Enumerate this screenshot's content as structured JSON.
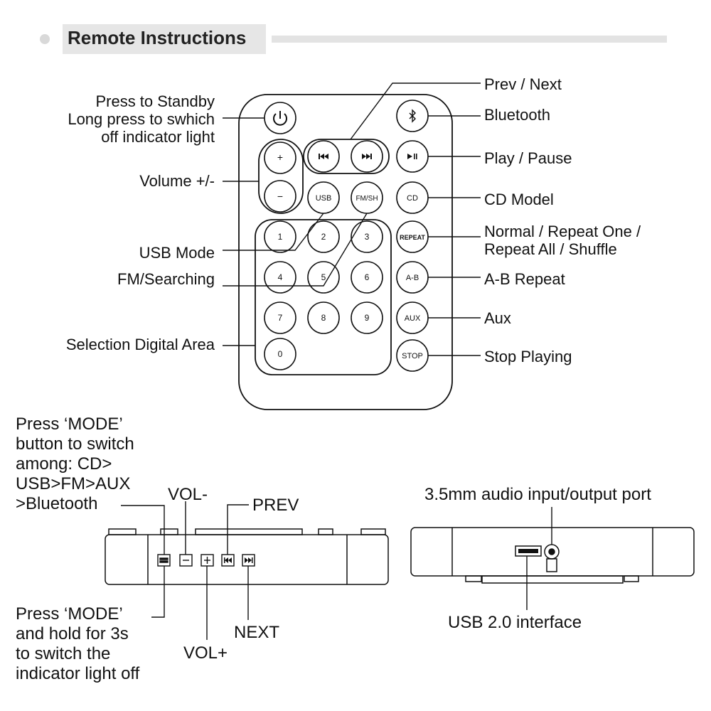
{
  "header": {
    "title": "Remote Instructions"
  },
  "remote": {
    "left_labels": {
      "standby": "Press to Standby\nLong press to swhich\noff indicator light",
      "volume": "Volume +/-",
      "usb_mode": "USB Mode",
      "fm_searching": "FM/Searching",
      "digital_area": "Selection Digital Area"
    },
    "right_labels": {
      "prev_next": "Prev / Next",
      "bluetooth": "Bluetooth",
      "play_pause": "Play / Pause",
      "cd_model": "CD Model",
      "repeat_modes": "Normal / Repeat One /\nRepeat All / Shuffle",
      "ab_repeat": "A-B Repeat",
      "aux": "Aux",
      "stop_playing": "Stop Playing"
    },
    "buttons": {
      "vol_up": "+",
      "vol_down": "−",
      "usb": "USB",
      "fm_sh": "FM/SH",
      "cd": "CD",
      "repeat": "REPEAT",
      "ab": "A-B",
      "aux": "AUX",
      "stop": "STOP",
      "digits": [
        "1",
        "2",
        "3",
        "4",
        "5",
        "6",
        "7",
        "8",
        "9",
        "0"
      ]
    }
  },
  "device_front": {
    "mode_label": "Press ‘MODE’\nbutton to switch\namong: CD>\nUSB>FM>AUX\n>Bluetooth",
    "vol_minus": "VOL-",
    "prev": "PREV",
    "mode_hold_label": "Press ‘MODE’\nand hold for 3s\nto switch the\nindicator light off",
    "next": "NEXT",
    "vol_plus": "VOL+"
  },
  "device_back": {
    "audio_port": "3.5mm audio input/output port",
    "usb_interface": "USB 2.0 interface"
  },
  "icons": {
    "power": "power-icon",
    "bluetooth": "bluetooth-icon",
    "prev": "prev-track-icon",
    "next": "next-track-icon",
    "play_pause": "play-pause-icon"
  }
}
